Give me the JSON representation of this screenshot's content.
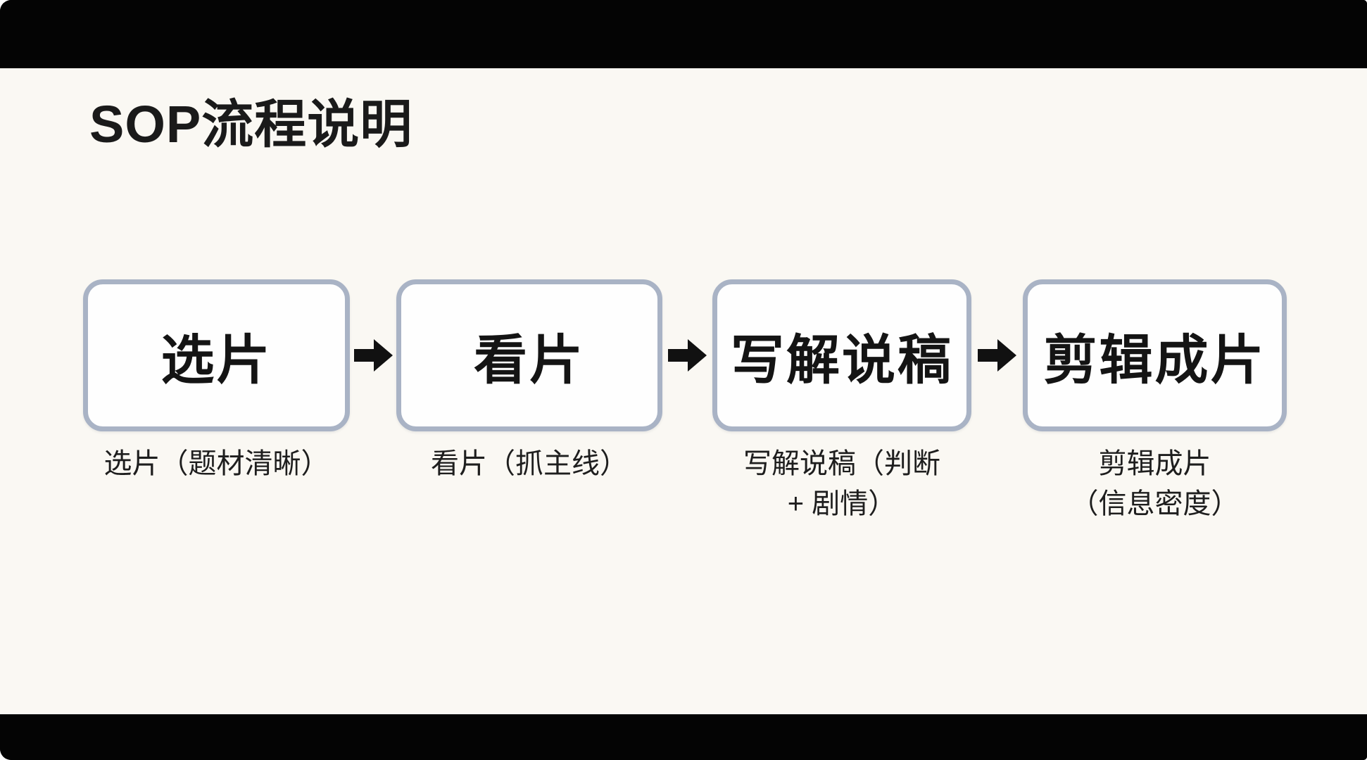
{
  "title": "SOP流程说明",
  "flow": {
    "steps": [
      {
        "label": "选片",
        "caption_lines": [
          "选片（题材清晰）"
        ]
      },
      {
        "label": "看片",
        "caption_lines": [
          "看片（抓主线）"
        ]
      },
      {
        "label": "写解说稿",
        "caption_lines": [
          "写解说稿（判断",
          "+ 剧情）"
        ]
      },
      {
        "label": "剪辑成片",
        "caption_lines": [
          "剪辑成片",
          "（信息密度）"
        ]
      }
    ],
    "arrow_icon": "right-block-arrow"
  },
  "colors": {
    "letterbox": "#040404",
    "slide_background": "#faf8f3",
    "box_fill": "#fefefe",
    "box_border": "#a9b3c5",
    "text": "#1a1a1a",
    "arrow": "#111111"
  }
}
